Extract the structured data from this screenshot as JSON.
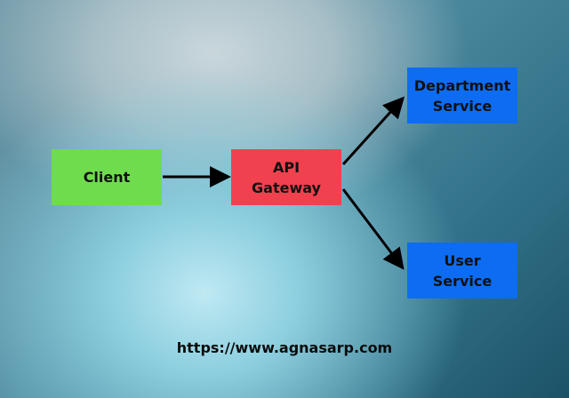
{
  "nodes": {
    "client": "Client",
    "gateway": "API\nGateway",
    "department_service": "Department\nService",
    "user_service": "User\nService"
  },
  "footer": {
    "url": "https://www.agnasarp.com"
  },
  "colors": {
    "client": "#6fdc4e",
    "gateway": "#f0414f",
    "service": "#0d6cf2",
    "arrow": "#000000"
  }
}
